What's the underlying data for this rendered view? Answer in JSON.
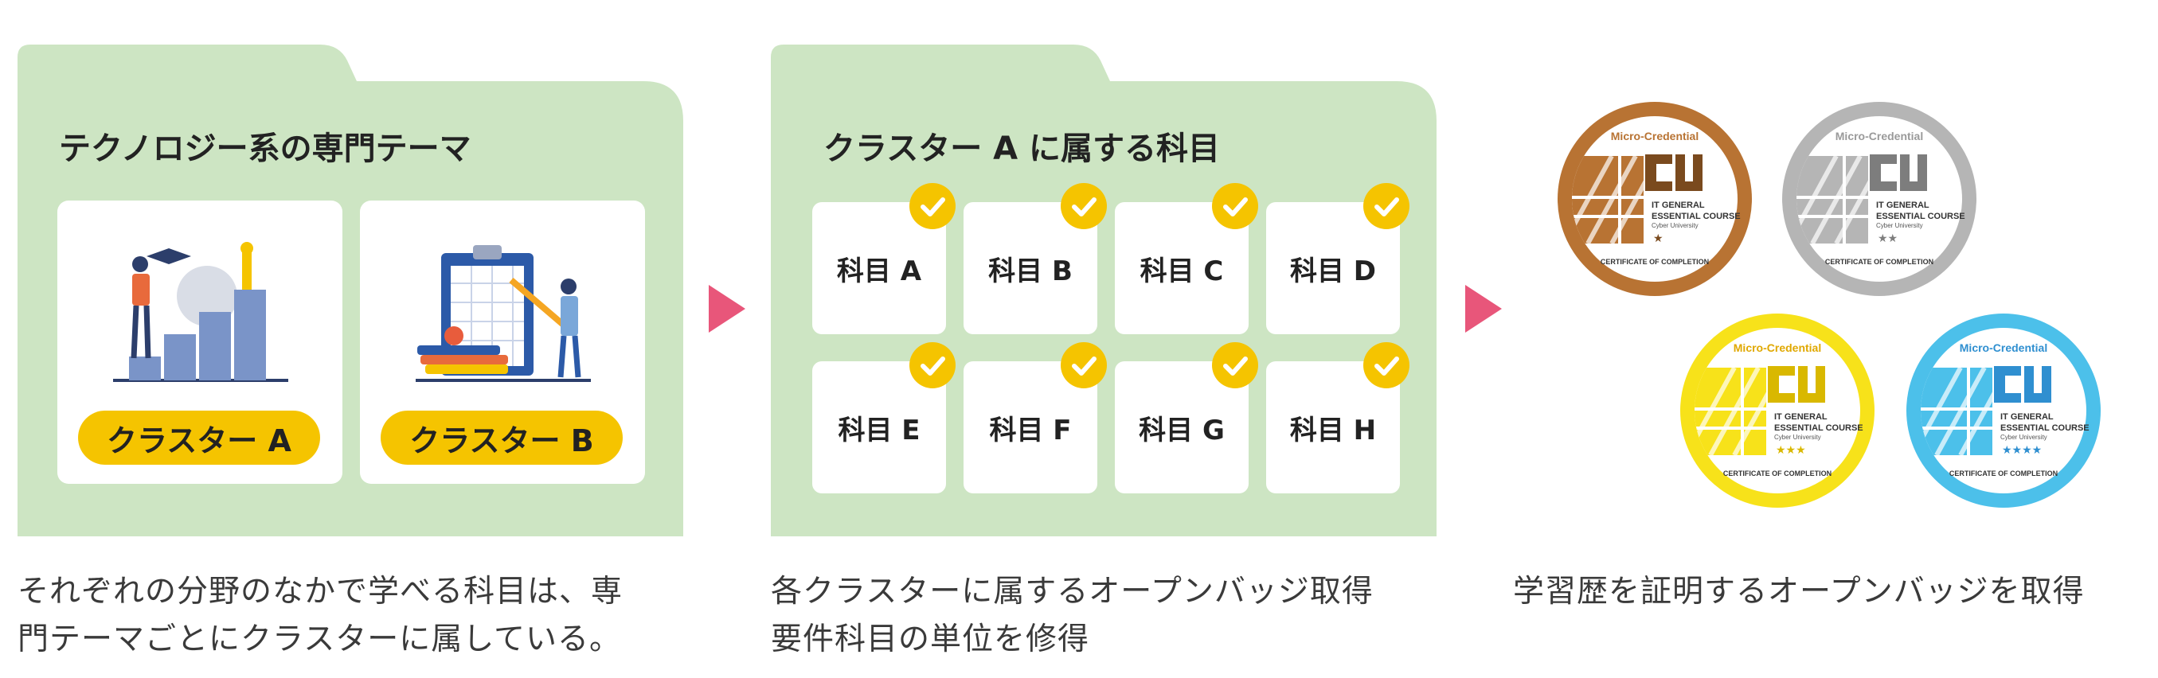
{
  "panel1": {
    "title": "テクノロジー系の専門テーマ",
    "clusters": [
      {
        "label": "クラスター A"
      },
      {
        "label": "クラスター B"
      }
    ]
  },
  "panel2": {
    "title": "クラスター A に属する科目",
    "subjects": [
      "科目 A",
      "科目 B",
      "科目 C",
      "科目 D",
      "科目 E",
      "科目 F",
      "科目 G",
      "科目 H"
    ]
  },
  "badges": [
    {
      "header": "Micro-Credential",
      "line1": "IT GENERAL",
      "line2": "ESSENTIAL COURSE",
      "univ": "Cyber University",
      "stars": "★",
      "footer": "CERTIFICATE OF COMPLETION",
      "color": "#b87333",
      "dark": "#7a4a1e",
      "header_color": "#b87333"
    },
    {
      "header": "Micro-Credential",
      "line1": "IT GENERAL",
      "line2": "ESSENTIAL COURSE",
      "univ": "Cyber University",
      "stars": "★★",
      "footer": "CERTIFICATE OF COMPLETION",
      "color": "#b5b5b5",
      "dark": "#7d7d7d",
      "header_color": "#9a9a9a"
    },
    {
      "header": "Micro-Credential",
      "line1": "IT GENERAL",
      "line2": "ESSENTIAL COURSE",
      "univ": "Cyber University",
      "stars": "★★★",
      "footer": "CERTIFICATE OF COMPLETION",
      "color": "#f7e21a",
      "dark": "#d9b800",
      "header_color": "#e0a800"
    },
    {
      "header": "Micro-Credential",
      "line1": "IT GENERAL",
      "line2": "ESSENTIAL COURSE",
      "univ": "Cyber University",
      "stars": "★★★★",
      "footer": "CERTIFICATE OF COMPLETION",
      "color": "#4cc0ea",
      "dark": "#2f8fd0",
      "header_color": "#2f8fd0"
    }
  ],
  "captions": {
    "c1_line1": "それぞれの分野のなかで学べる科目は、専",
    "c1_line2": "門テーマごとにクラスターに属している。",
    "c2_line1": "各クラスターに属するオープンバッジ取得",
    "c2_line2": "要件科目の単位を修得",
    "c3_line1": "学習歴を証明するオープンバッジを取得"
  },
  "colors": {
    "folder": "#cde5c3",
    "accent_yellow": "#f5c400",
    "arrow": "#e8567a"
  }
}
